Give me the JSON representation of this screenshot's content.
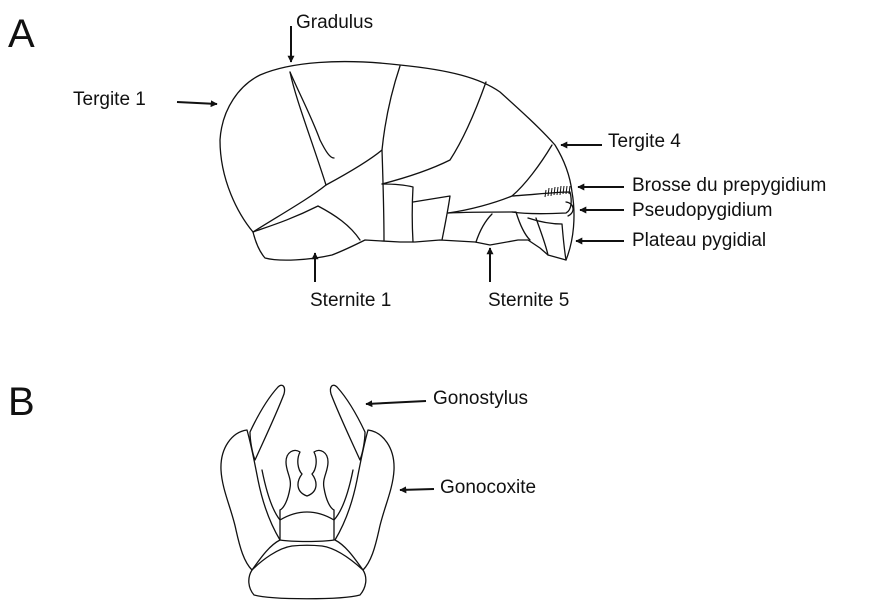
{
  "panels": {
    "a": {
      "letter": "A",
      "labels": {
        "gradulus": "Gradulus",
        "tergite1": "Tergite 1",
        "tergite4": "Tergite 4",
        "brosse": "Brosse du prepygidium",
        "pseudopygidium": "Pseudopygidium",
        "plateau": "Plateau pygidial",
        "sternite1": "Sternite 1",
        "sternite5": "Sternite 5"
      }
    },
    "b": {
      "letter": "B",
      "labels": {
        "gonostylus": "Gonostylus",
        "gonocoxite": "Gonocoxite"
      }
    }
  },
  "colors": {
    "line": "#111111",
    "background": "#ffffff"
  }
}
